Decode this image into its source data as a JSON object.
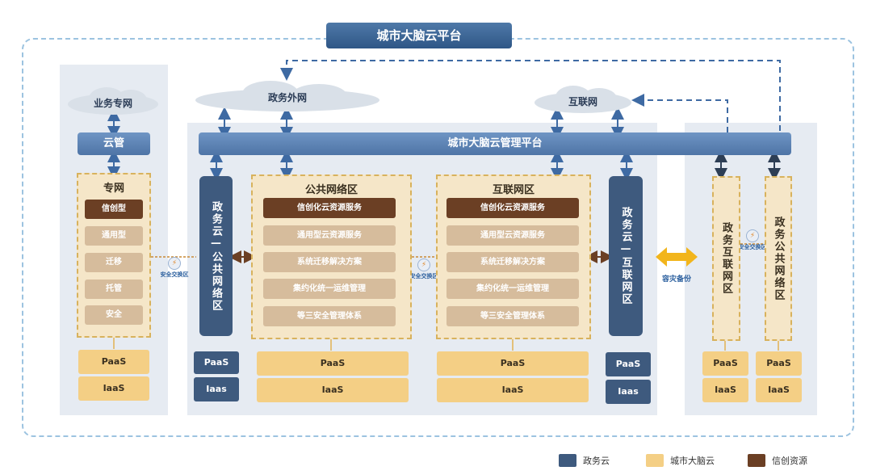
{
  "title": "城市大脑云平台",
  "mgmt_bar": "城市大脑云管理平台",
  "clouds": {
    "business": "业务专网",
    "gov_ext": "政务外网",
    "internet": "互联网"
  },
  "left": {
    "cloud_mgmt": "云管",
    "zone_title": "专网",
    "items": [
      "信创型",
      "通用型",
      "迁移",
      "托管",
      "安全"
    ],
    "paas": "PaaS",
    "iaas": "IaaS"
  },
  "swap_label": "安全交换区",
  "gov_public": {
    "label": "政务云—公共网络区",
    "paas": "PaaS",
    "iaas": "Iaas"
  },
  "public_zone": {
    "title": "公共网络区",
    "items": [
      "信创化云资源服务",
      "通用型云资源服务",
      "系统迁移解决方案",
      "集约化统一运维管理",
      "等三安全管理体系"
    ],
    "paas": "PaaS",
    "iaas": "IaaS"
  },
  "internet_zone": {
    "title": "互联网区",
    "items": [
      "信创化云资源服务",
      "通用型云资源服务",
      "系统迁移解决方案",
      "集约化统一运维管理",
      "等三安全管理体系"
    ],
    "paas": "PaaS",
    "iaas": "IaaS"
  },
  "gov_internet": {
    "label": "政务云—互联网区",
    "paas": "PaaS",
    "iaas": "Iaas"
  },
  "backup_label": "容灾备份",
  "right": {
    "zone1_label": "政务互联网区",
    "zone2_label": "政务公共网络区",
    "paas": "PaaS",
    "iaas": "IaaS"
  },
  "legend": [
    {
      "label": "政务云",
      "color": "#3e5a7e"
    },
    {
      "label": "城市大脑云",
      "color": "#f4cf85"
    },
    {
      "label": "信创资源",
      "color": "#6b3f24"
    }
  ]
}
